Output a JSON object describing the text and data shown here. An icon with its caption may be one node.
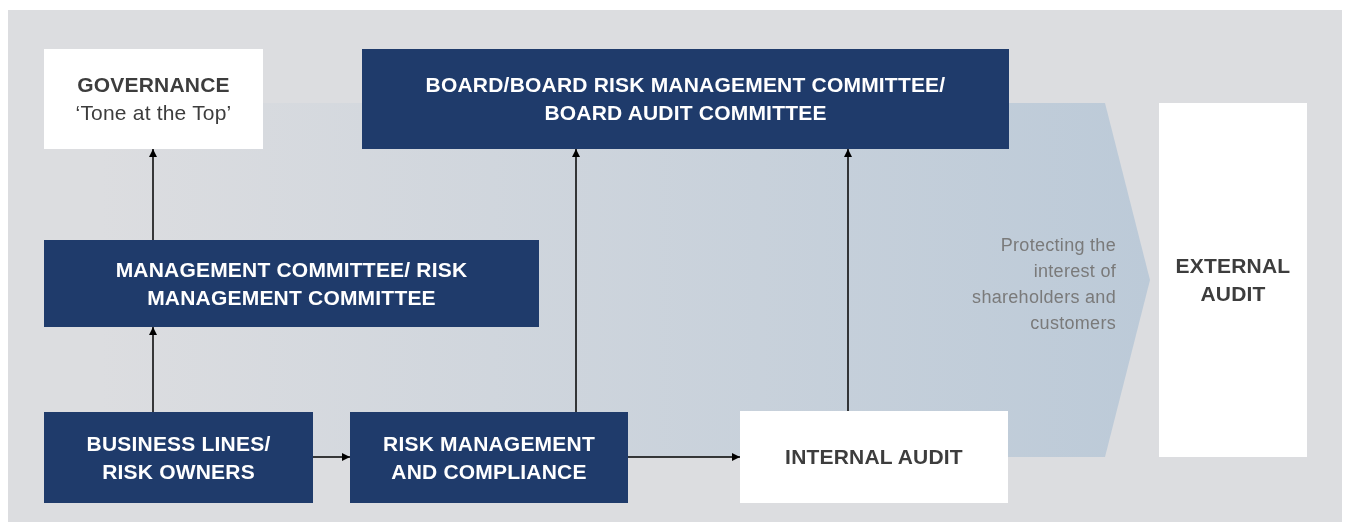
{
  "diagram": {
    "nodes": [
      {
        "text": [
          "GOVERNANCE",
          "‘Tone at the Top’"
        ]
      },
      {
        "text": [
          "BOARD/BOARD RISK MANAGEMENT COMMITTEE/ BOARD AUDIT COMMITTEE"
        ]
      },
      {
        "text": [
          "MANAGEMENT COMMITTEE/ RISK MANAGEMENT COMMITTEE"
        ]
      },
      {
        "text": [
          "BUSINESS LINES/ RISK OWNERS"
        ]
      },
      {
        "text": [
          "RISK MANAGEMENT AND COMPLIANCE"
        ]
      },
      {
        "text": [
          "INTERNAL AUDIT"
        ]
      },
      {
        "text": [
          "EXTERNAL AUDIT"
        ]
      }
    ],
    "labels": [
      "Protecting the interest of shareholders and customers"
    ],
    "edges": [
      {
        "from": 3,
        "to": 2,
        "arrow": "to"
      },
      {
        "from": 2,
        "to": 0,
        "arrow": "to"
      },
      {
        "from": 3,
        "to": 4,
        "arrow": "to"
      },
      {
        "from": 4,
        "to": 5,
        "arrow": "to"
      },
      {
        "from": 4,
        "to": 1,
        "arrow": "to"
      },
      {
        "from": 5,
        "to": 1,
        "arrow": "to"
      }
    ]
  }
}
